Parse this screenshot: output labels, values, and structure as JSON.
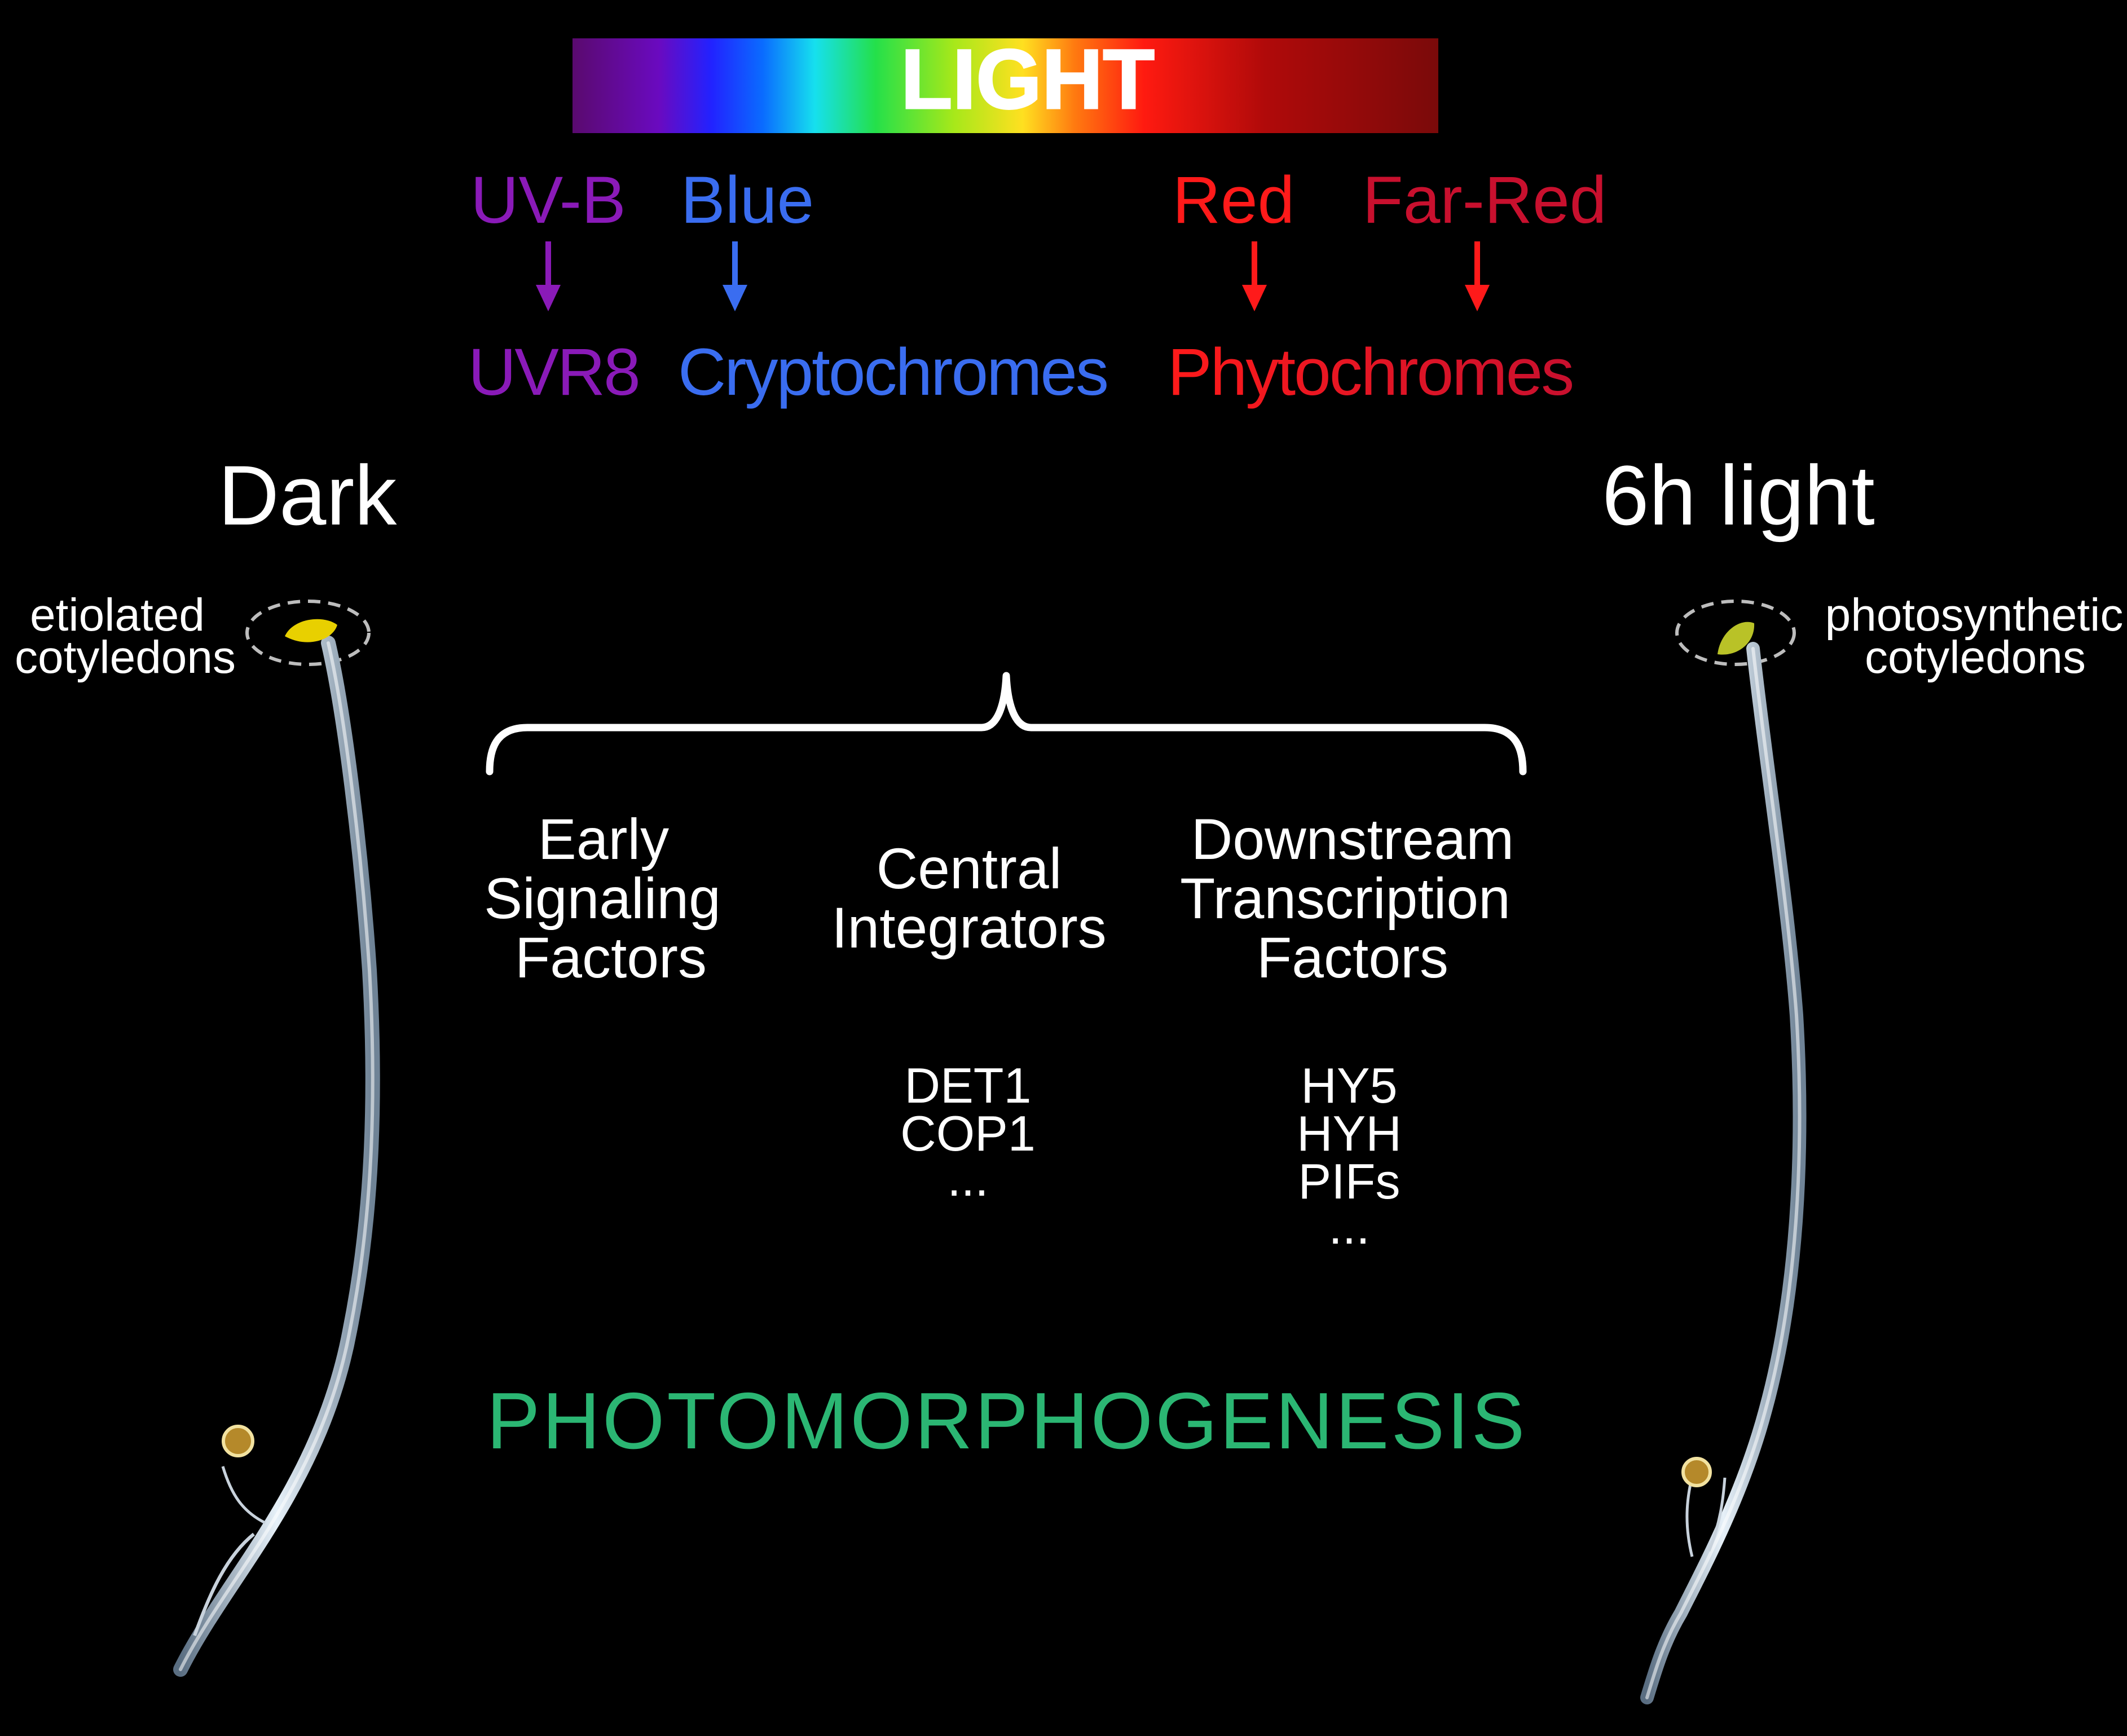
{
  "spectrum": {
    "title": "LIGHT"
  },
  "wavelengths": [
    {
      "label": "UV-B",
      "color": "#8a1ab8"
    },
    {
      "label": "Blue",
      "color": "#3a6df0"
    },
    {
      "label": "Red",
      "color": "#ff1a1a"
    },
    {
      "label": "Far-Red",
      "color": "#c8102e"
    }
  ],
  "photoreceptors": [
    {
      "label": "UVR8",
      "color": "#8a1ab8"
    },
    {
      "label": "Cryptochromes",
      "color": "#3a6df0"
    },
    {
      "label": "Phytochromes",
      "color": "#ff1a1a",
      "end_color": "#c8102e"
    }
  ],
  "seedlings": {
    "dark": {
      "title": "Dark",
      "annotation": [
        "etiolated",
        "cotyledons"
      ],
      "cotyledon_color": "#e8d000"
    },
    "light": {
      "title": "6h light",
      "annotation": [
        "photosynthetic",
        "cotyledons"
      ],
      "cotyledon_color": "#b9c227"
    }
  },
  "pathway": {
    "groups": [
      {
        "title": [
          "Early",
          "Signaling",
          "Factors"
        ],
        "members": []
      },
      {
        "title": [
          "Central",
          "Integrators"
        ],
        "members": [
          "DET1",
          "COP1",
          "..."
        ]
      },
      {
        "title": [
          "Downstream",
          "Transcription",
          "Factors"
        ],
        "members": [
          "HY5",
          "HYH",
          "PIFs",
          "..."
        ]
      }
    ]
  },
  "outcome": {
    "label": "PHOTOMORPHOGENESIS",
    "color": "#2bb673"
  }
}
